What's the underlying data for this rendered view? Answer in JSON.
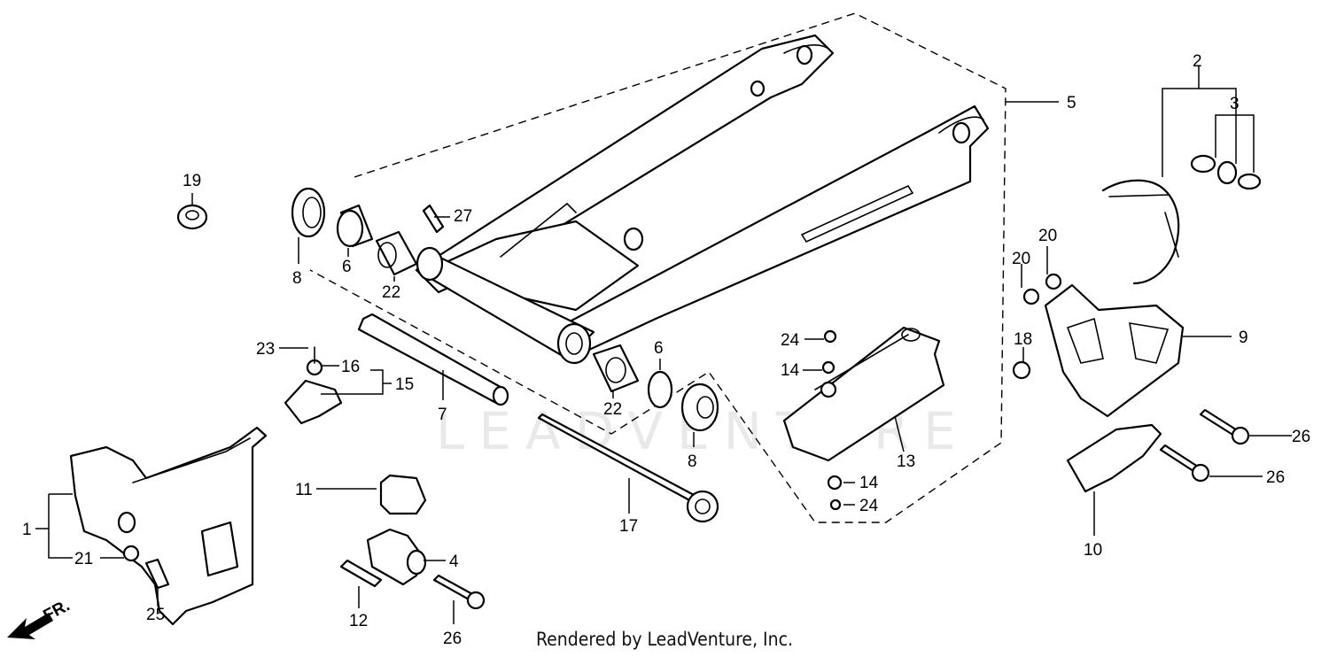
{
  "watermark": "LEADVENTURE",
  "front_arrow": {
    "label": "FR.",
    "icon": "front-direction-arrow-icon"
  },
  "footer": "Rendered by LeadVenture, Inc.",
  "callouts": {
    "c1": "1",
    "c2": "2",
    "c3": "3",
    "c4": "4",
    "c5": "5",
    "c6a": "6",
    "c6b": "6",
    "c7": "7",
    "c8a": "8",
    "c8b": "8",
    "c9": "9",
    "c10": "10",
    "c11": "11",
    "c12": "12",
    "c13": "13",
    "c14a": "14",
    "c14b": "14",
    "c15": "15",
    "c16": "16",
    "c17": "17",
    "c18": "18",
    "c19": "19",
    "c20a": "20",
    "c20b": "20",
    "c21": "21",
    "c22a": "22",
    "c22b": "22",
    "c23": "23",
    "c24a": "24",
    "c24b": "24",
    "c25": "25",
    "c26a": "26",
    "c26b": "26",
    "c26c": "26",
    "c27": "27"
  }
}
